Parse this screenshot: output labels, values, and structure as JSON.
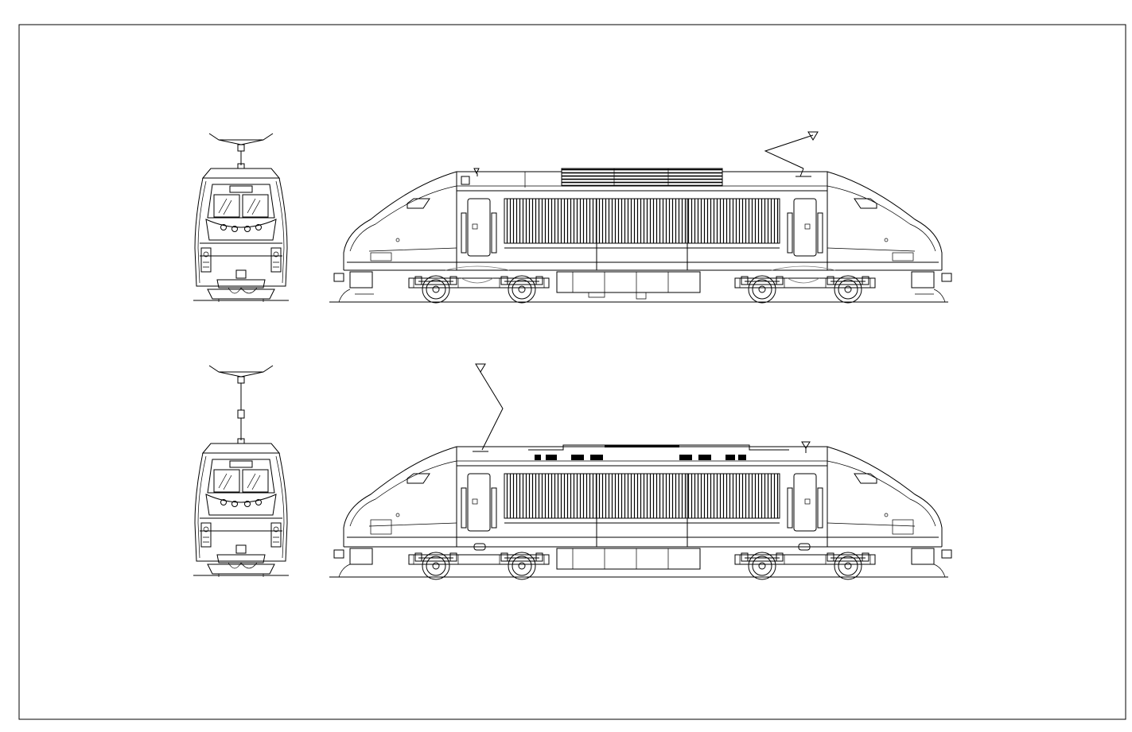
{
  "drawing": {
    "views": [
      {
        "id": "front-view-top",
        "pantograph": "raised"
      },
      {
        "id": "side-view-top",
        "pantograph": "raised-rear"
      },
      {
        "id": "front-view-bottom",
        "pantograph": "raised-high"
      },
      {
        "id": "side-view-bottom",
        "pantograph": "raised-front"
      }
    ],
    "colors": {
      "line": "#000000",
      "background": "#ffffff",
      "hidden": "#777777"
    }
  }
}
